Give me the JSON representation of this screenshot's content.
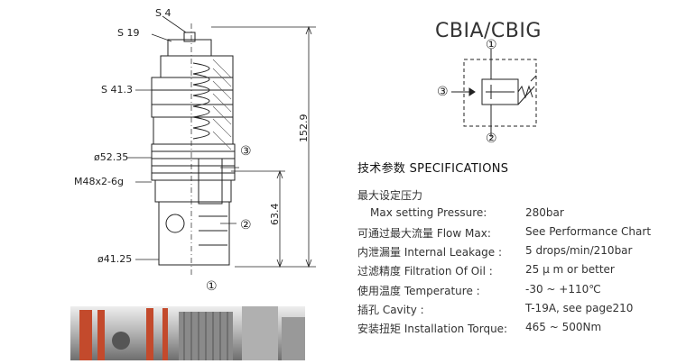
{
  "drawing": {
    "callouts": {
      "s4": "S 4",
      "s19": "S 19",
      "s41": "S 41.3",
      "d52": "ø52.35",
      "thread": "M48x2-6g",
      "d41": "ø41.25",
      "h152": "152.9",
      "h63": "63.4"
    },
    "ports": {
      "p1": "①",
      "p2": "②",
      "p3": "③"
    }
  },
  "title": "CBIA/CBIG",
  "schematic": {
    "p1": "①",
    "p2": "②",
    "p3": "③"
  },
  "specs": {
    "heading": "技术参数 SPECIFICATIONS",
    "rows": [
      {
        "label": "最大设定压力",
        "value": ""
      },
      {
        "label": "Max setting Pressure:",
        "value": "280bar"
      },
      {
        "label": "可通过最大流量 Flow Max:",
        "value": "See Performance Chart"
      },
      {
        "label": "内泄漏量 Internal Leakage :",
        "value": "5 drops/min/210bar"
      },
      {
        "label": "过滤精度 Filtration Of Oil :",
        "value": "25 µ m or better"
      },
      {
        "label": "使用温度 Temperature :",
        "value": "-30 ~ +110℃"
      },
      {
        "label": "插孔 Cavity :",
        "value": "T-19A, see page210"
      },
      {
        "label": "安装扭矩 Installation Torque:",
        "value": "465 ~ 500Nm"
      }
    ]
  }
}
